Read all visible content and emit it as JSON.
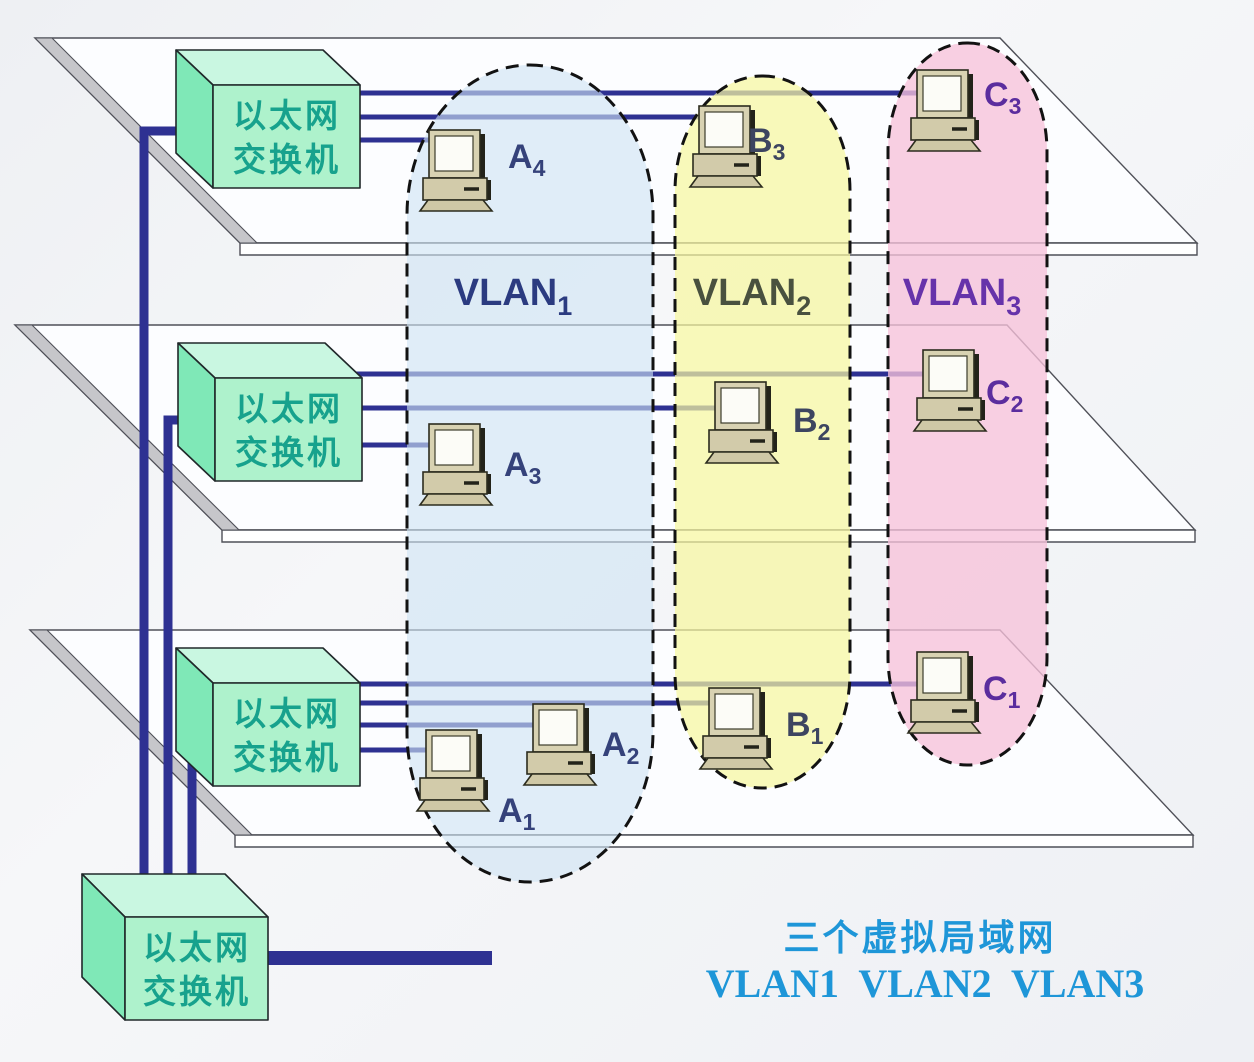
{
  "caption": {
    "line1": "三个虚拟局域网",
    "line2": "VLAN1  VLAN2  VLAN3"
  },
  "switch_label": {
    "line1": "以太网",
    "line2": "交换机"
  },
  "vlans": {
    "vlan1": {
      "name": "VLAN",
      "sub": "1",
      "fill": "#cfe3f4",
      "text_color": "#2b3b80"
    },
    "vlan2": {
      "name": "VLAN",
      "sub": "2",
      "fill": "#f6f6a0",
      "text_color": "#49513f"
    },
    "vlan3": {
      "name": "VLAN",
      "sub": "3",
      "fill": "#f6c2da",
      "text_color": "#6633aa"
    }
  },
  "hosts": {
    "A1": {
      "label": "A",
      "sub": "1"
    },
    "A2": {
      "label": "A",
      "sub": "2"
    },
    "A3": {
      "label": "A",
      "sub": "3"
    },
    "A4": {
      "label": "A",
      "sub": "4"
    },
    "B1": {
      "label": "B",
      "sub": "1"
    },
    "B2": {
      "label": "B",
      "sub": "2"
    },
    "B3": {
      "label": "B",
      "sub": "3"
    },
    "C1": {
      "label": "C",
      "sub": "1"
    },
    "C2": {
      "label": "C",
      "sub": "2"
    },
    "C3": {
      "label": "C",
      "sub": "3"
    }
  },
  "colors": {
    "line_navy": "#2e3192",
    "switch_front": "#aef2cc",
    "switch_top": "#c9f7e1",
    "switch_side": "#7fe8b7",
    "switch_text": "#17a28d",
    "floor_fill": "#fcfdff",
    "floor_outline": "#4f5058",
    "beam_fill": "#c6c6ca",
    "host_a_text": "#35427a",
    "host_b_text": "#3d4560",
    "host_c_text": "#5b2d9e",
    "caption_text": "#1e96d8"
  }
}
